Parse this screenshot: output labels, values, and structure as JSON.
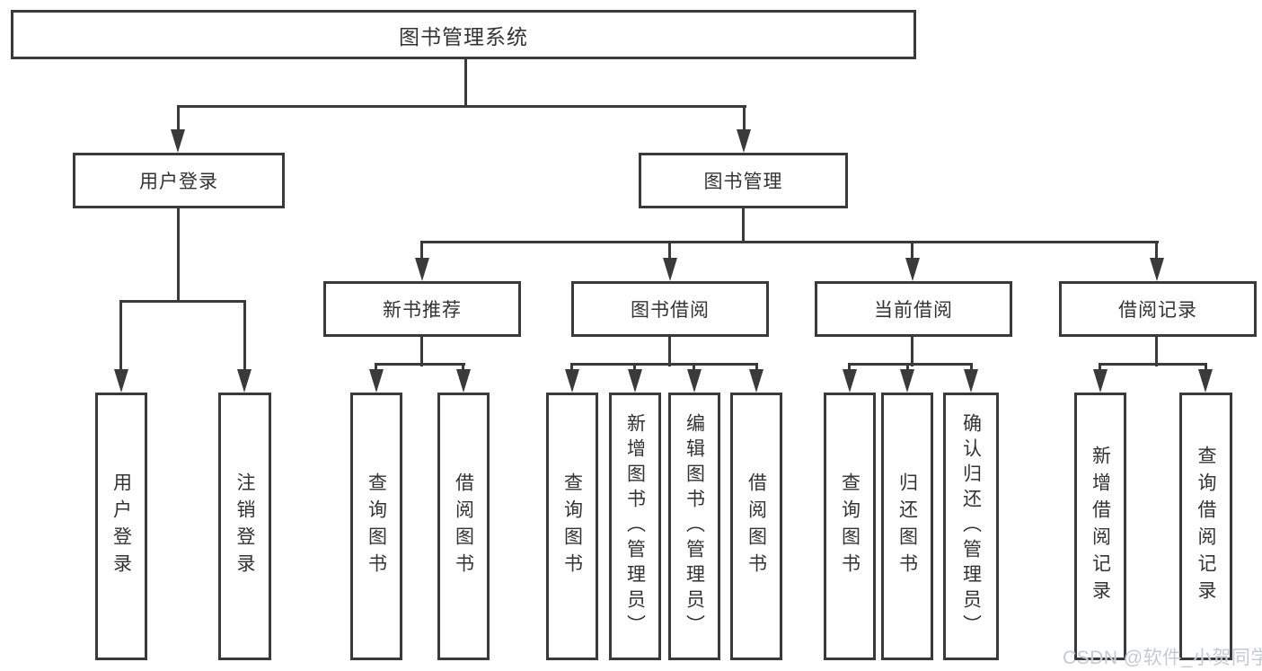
{
  "colors": {
    "line": "#3a3a3a",
    "text": "#333333",
    "background": "#ffffff",
    "watermark_text": "#c6cacd"
  },
  "tree": {
    "root": {
      "label": "图书管理系统",
      "children": [
        {
          "label": "用户登录",
          "children": [
            {
              "label": "用户登录"
            },
            {
              "label": "注销登录"
            }
          ]
        },
        {
          "label": "图书管理",
          "children": [
            {
              "label": "新书推荐",
              "children": [
                {
                  "label": "查询图书"
                },
                {
                  "label": "借阅图书"
                }
              ]
            },
            {
              "label": "图书借阅",
              "children": [
                {
                  "label": "查询图书"
                },
                {
                  "label": "新增图书（管理员）"
                },
                {
                  "label": "编辑图书（管理员）"
                },
                {
                  "label": "借阅图书"
                }
              ]
            },
            {
              "label": "当前借阅",
              "children": [
                {
                  "label": "查询图书"
                },
                {
                  "label": "归还图书"
                },
                {
                  "label": "确认归还（管理员）"
                }
              ]
            },
            {
              "label": "借阅记录",
              "children": [
                {
                  "label": "新增借阅记录"
                },
                {
                  "label": "查询借阅记录"
                }
              ]
            }
          ]
        }
      ]
    }
  },
  "watermark": "CSDN @软件_小贺同学"
}
